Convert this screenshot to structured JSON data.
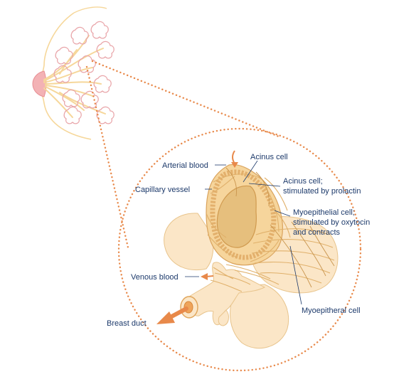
{
  "diagram": {
    "labels": {
      "acinus_cell": "Acinus cell",
      "arterial_blood": "Arterial blood",
      "capillary_vessel": "Capillary vessel",
      "acinus_prolactin_line1": "Acinus cell;",
      "acinus_prolactin_line2": "stimulated by prolactin",
      "myoepithelial_line1": "Myoepithelial cell;",
      "myoepithelial_line2": "stimulated by oxytocin",
      "myoepithelial_line3": "and contracts",
      "venous_blood": "Venous blood",
      "breast_duct": "Breast duct",
      "myoepitheral_cell": "Myoepitheral cell"
    },
    "colors": {
      "label_text": "#1d3a6b",
      "arrow": "#e8894a",
      "tissue_fill": "#fbe6c7",
      "lumen_fill": "#e6bf7d",
      "lobule_outline": "#e9a5a9",
      "duct": "#f6d79a"
    }
  }
}
